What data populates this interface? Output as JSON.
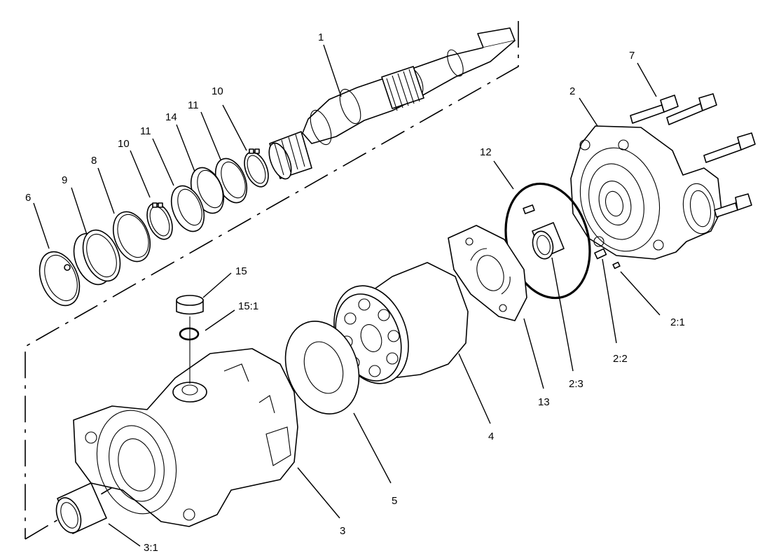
{
  "callouts": [
    {
      "id": "c1",
      "label": "1"
    },
    {
      "id": "c2",
      "label": "2"
    },
    {
      "id": "c7",
      "label": "7"
    },
    {
      "id": "c12",
      "label": "12"
    },
    {
      "id": "c10a",
      "label": "10"
    },
    {
      "id": "c11a",
      "label": "11"
    },
    {
      "id": "c14",
      "label": "14"
    },
    {
      "id": "c11b",
      "label": "11"
    },
    {
      "id": "c10b",
      "label": "10"
    },
    {
      "id": "c8",
      "label": "8"
    },
    {
      "id": "c9",
      "label": "9"
    },
    {
      "id": "c6",
      "label": "6"
    },
    {
      "id": "c15",
      "label": "15"
    },
    {
      "id": "c151",
      "label": "15:1"
    },
    {
      "id": "c21",
      "label": "2:1"
    },
    {
      "id": "c22",
      "label": "2:2"
    },
    {
      "id": "c23",
      "label": "2:3"
    },
    {
      "id": "c13",
      "label": "13"
    },
    {
      "id": "c4",
      "label": "4"
    },
    {
      "id": "c5",
      "label": "5"
    },
    {
      "id": "c3",
      "label": "3"
    },
    {
      "id": "c31",
      "label": "3:1"
    }
  ]
}
